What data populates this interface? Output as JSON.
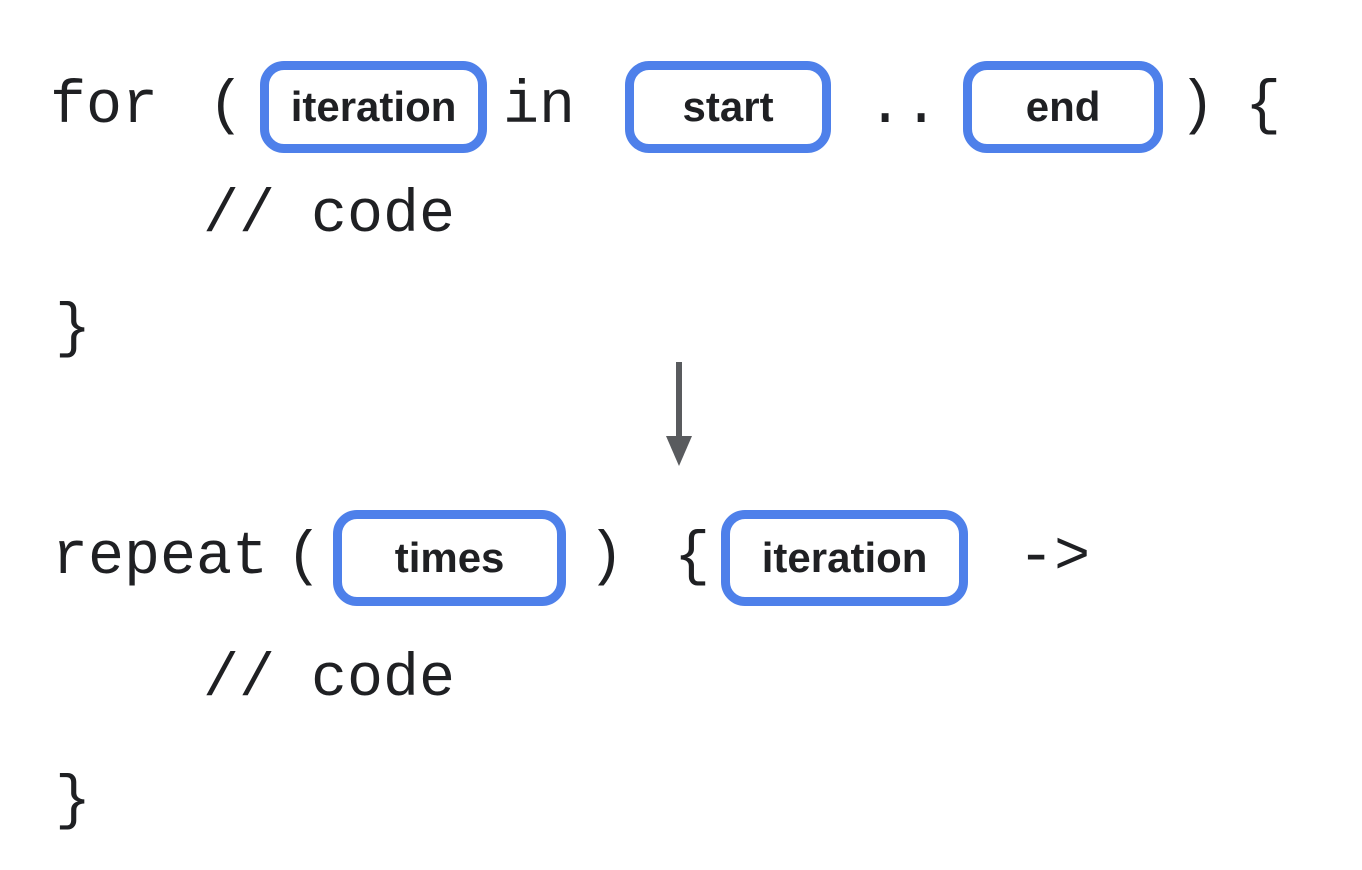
{
  "colors": {
    "accent_blue": "#4E80EA",
    "text": "#1f2023",
    "arrow_gray": "#595b5e",
    "background": "#ffffff"
  },
  "before_snippet": {
    "for_keyword": "for",
    "open_paren": "(",
    "iteration_pill_label": "iteration",
    "in_keyword": "in",
    "start_pill_label": "start",
    "range_operator": "..",
    "end_pill_label": "end",
    "close_paren": ")",
    "open_brace": "{",
    "comment_line": "// code",
    "close_brace": "}"
  },
  "transform_arrow": {
    "direction": "down"
  },
  "after_snippet": {
    "repeat_keyword": "repeat",
    "open_paren": "(",
    "times_pill_label": "times",
    "close_paren": ")",
    "open_brace": "{",
    "iteration_pill_label": "iteration",
    "lambda_arrow": "->",
    "comment_line": "// code",
    "close_brace": "}"
  }
}
